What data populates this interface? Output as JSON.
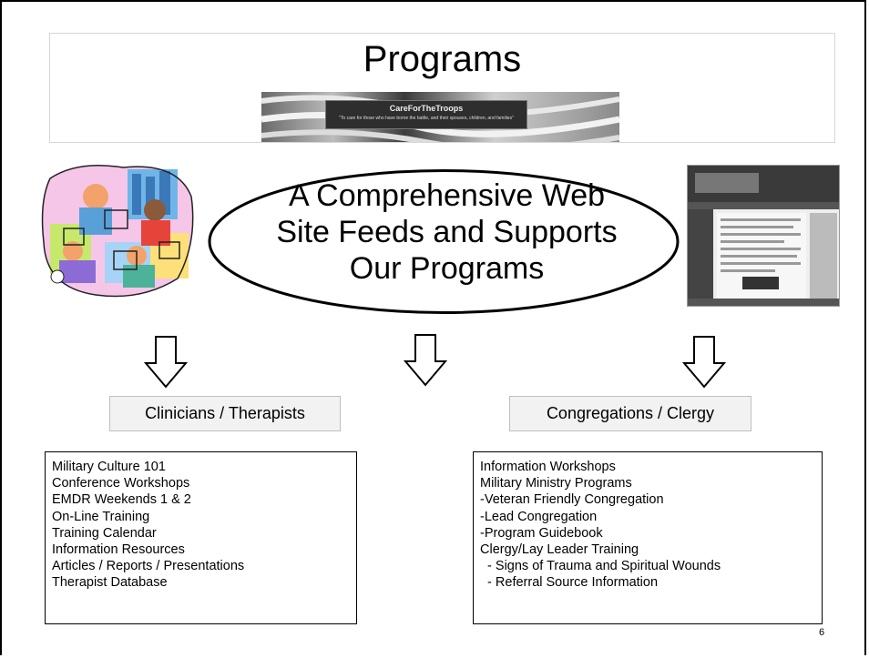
{
  "title": "Programs",
  "banner": {
    "name": "CareForTheTroops",
    "motto": "\"To care for those who have borne the battle, and their spouses, children, and families\""
  },
  "center_statement": [
    "A Comprehensive Web",
    "Site Feeds and Supports",
    "Our Programs"
  ],
  "categories": {
    "clinicians": "Clinicians / Therapists",
    "congregations": "Congregations / Clergy"
  },
  "clinicians_list": [
    "Military Culture 101",
    "Conference Workshops",
    "EMDR Weekends 1 & 2",
    "On-Line Training",
    "Training Calendar",
    "Information Resources",
    "Articles / Reports / Presentations",
    "Therapist Database"
  ],
  "congregations_list": [
    "Information Workshops",
    "Military Ministry Programs",
    "-Veteran Friendly Congregation",
    "-Lead Congregation",
    "-Program Guidebook",
    "Clergy/Lay Leader Training",
    "  - Signs of Trauma and Spiritual Wounds",
    "  - Referral Source Information"
  ],
  "page_number": "6",
  "icons": [
    "people-at-computers-clipart",
    "website-screenshot-thumbnail",
    "down-arrow-icon"
  ]
}
